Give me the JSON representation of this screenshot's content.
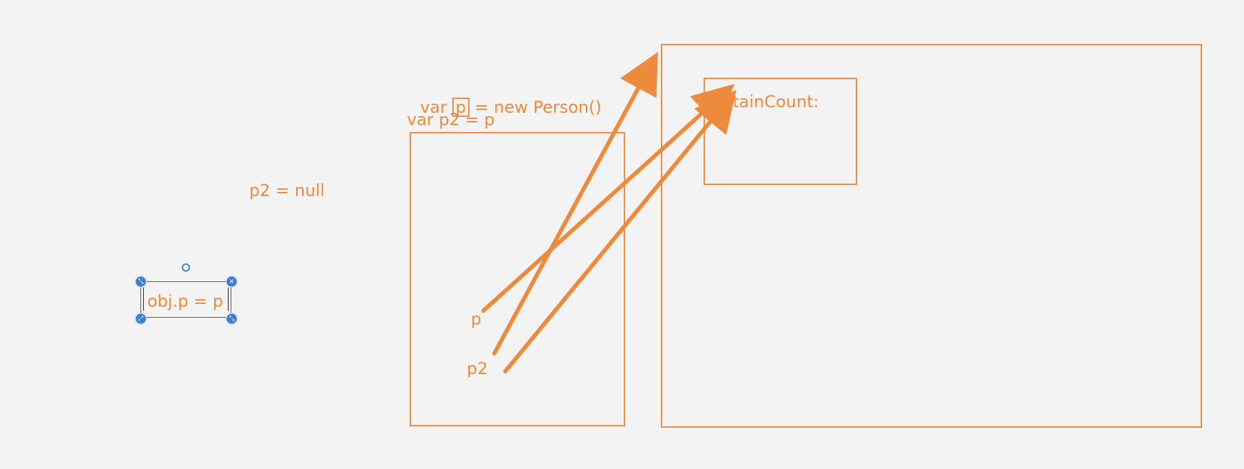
{
  "colors": {
    "accent": "#ee8a3c",
    "selection": "#3f7fd3",
    "background": "#f3f3f3"
  },
  "code": {
    "line1_prefix": "var ",
    "line1_var": "p",
    "line1_suffix": " = new Person()",
    "line2": "var p2 = p",
    "assign_null": "p2 = null"
  },
  "editing_textbox": {
    "text": "obj.p = p"
  },
  "stack": {
    "var_p": "p",
    "var_p2": "p2"
  },
  "heap": {
    "object_label": "retainCount:"
  },
  "icons": {
    "handle": "resize-handle-icon",
    "close": "close-handle-icon",
    "rotate": "rotate-handle-icon"
  }
}
